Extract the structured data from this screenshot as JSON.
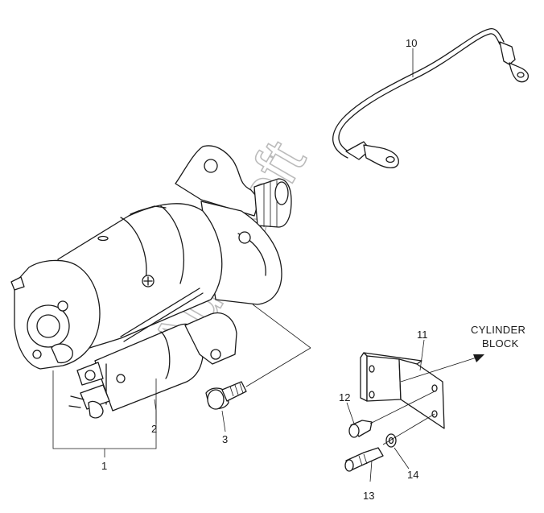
{
  "watermark": "AutoSoft",
  "callouts": {
    "p1": "1",
    "p2": "2",
    "p3": "3",
    "p10": "10",
    "p11": "11",
    "p12": "12",
    "p13": "13",
    "p14": "14"
  },
  "direction_label": {
    "line1": "CYLINDER",
    "line2": "BLOCK"
  }
}
